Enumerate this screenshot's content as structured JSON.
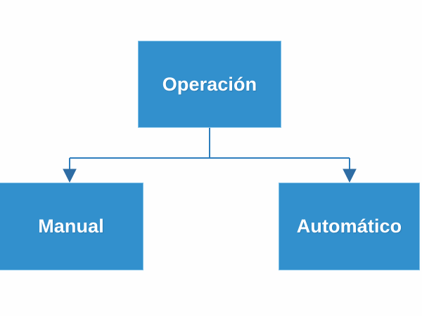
{
  "diagram": {
    "type": "tree",
    "title_text": "",
    "background_color": "#FEFEFE",
    "node_fill_color": "#3290CD",
    "node_border_color": "#7FC1E8",
    "connector_color": "#2E7EBD",
    "label_color": "#FFFFFF",
    "nodes": [
      {
        "id": "root",
        "label": "Operación",
        "level": 0
      },
      {
        "id": "manual",
        "label": "Manual",
        "level": 1
      },
      {
        "id": "automatico",
        "label": "Automático",
        "level": 1
      }
    ],
    "edges": [
      {
        "from": "root",
        "to": "manual",
        "arrow": "down-arrowhead"
      },
      {
        "from": "root",
        "to": "automatico",
        "arrow": "down-arrowhead"
      }
    ]
  }
}
